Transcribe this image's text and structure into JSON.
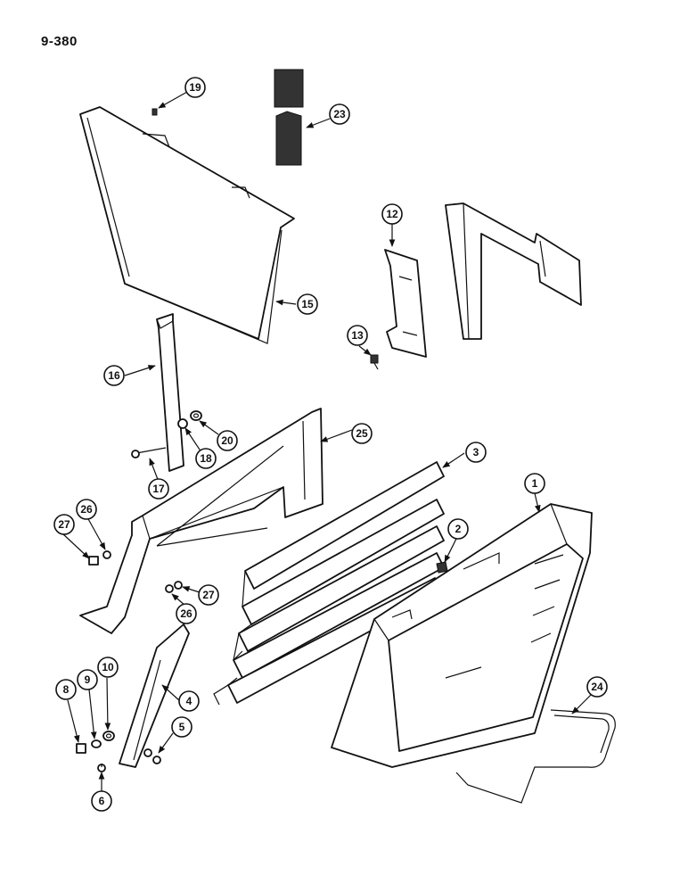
{
  "page_number": "9-380",
  "callouts": [
    {
      "id": "c1",
      "label": "1"
    },
    {
      "id": "c2",
      "label": "2"
    },
    {
      "id": "c3",
      "label": "3"
    },
    {
      "id": "c4",
      "label": "4"
    },
    {
      "id": "c5",
      "label": "5"
    },
    {
      "id": "c6",
      "label": "6"
    },
    {
      "id": "c8",
      "label": "8"
    },
    {
      "id": "c9",
      "label": "9"
    },
    {
      "id": "c10",
      "label": "10"
    },
    {
      "id": "c12",
      "label": "12"
    },
    {
      "id": "c13",
      "label": "13"
    },
    {
      "id": "c15",
      "label": "15"
    },
    {
      "id": "c16",
      "label": "16"
    },
    {
      "id": "c17",
      "label": "17"
    },
    {
      "id": "c18",
      "label": "18"
    },
    {
      "id": "c19",
      "label": "19"
    },
    {
      "id": "c20",
      "label": "20"
    },
    {
      "id": "c23",
      "label": "23"
    },
    {
      "id": "c24",
      "label": "24"
    },
    {
      "id": "c25",
      "label": "25"
    },
    {
      "id": "c26a",
      "label": "26"
    },
    {
      "id": "c27a",
      "label": "27"
    },
    {
      "id": "c26b",
      "label": "26"
    },
    {
      "id": "c27b",
      "label": "27"
    }
  ]
}
